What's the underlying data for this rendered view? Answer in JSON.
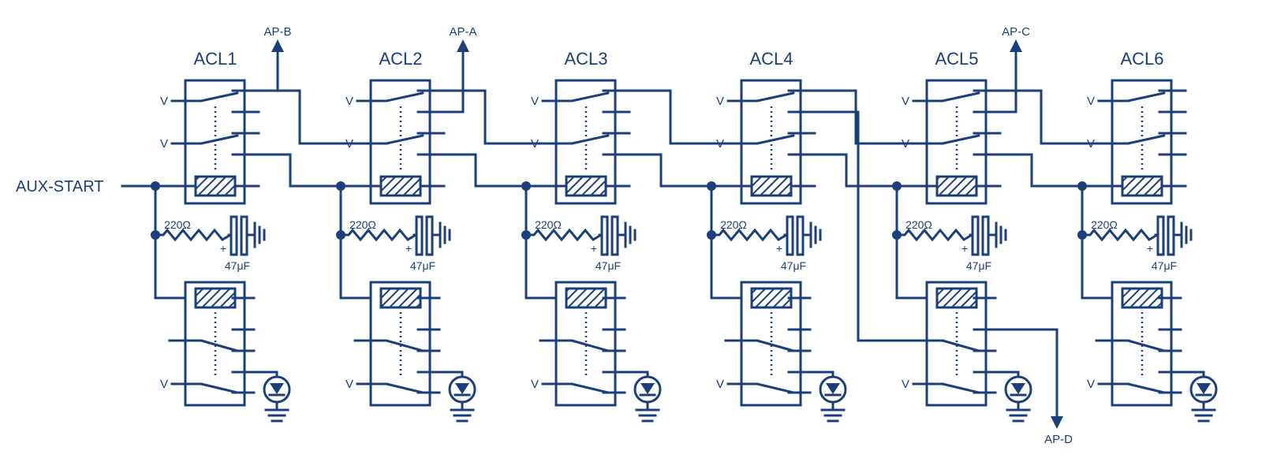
{
  "input_label": "AUX-START",
  "voltage_label": "V",
  "resistor_label": "220Ω",
  "capacitor_label": "47μF",
  "plus_sign": "+",
  "modules": [
    {
      "name": "ACL1"
    },
    {
      "name": "ACL2"
    },
    {
      "name": "ACL3"
    },
    {
      "name": "ACL4"
    },
    {
      "name": "ACL5"
    },
    {
      "name": "ACL6"
    }
  ],
  "outputs": {
    "ap_b": "AP-B",
    "ap_a": "AP-A",
    "ap_c": "AP-C",
    "ap_d": "AP-D"
  },
  "colors": {
    "line": "#1a3f7a",
    "background": "#ffffff"
  }
}
